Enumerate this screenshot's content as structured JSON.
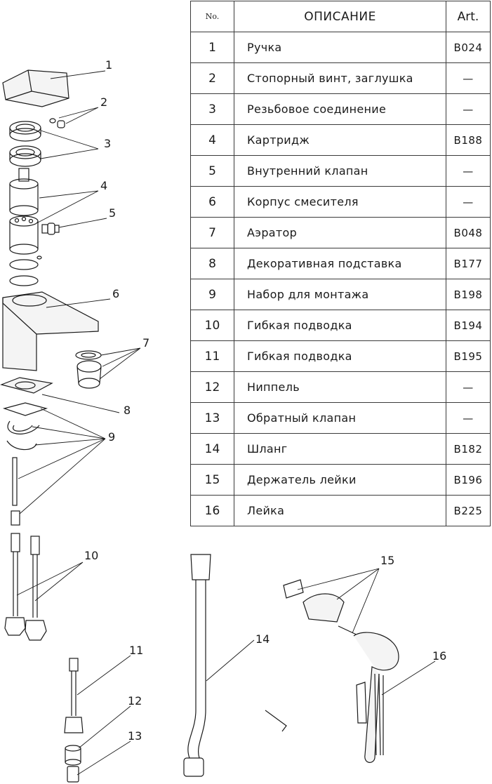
{
  "table": {
    "headers": {
      "no": "No.",
      "description": "ОПИСАНИЕ",
      "art": "Art."
    },
    "rows": [
      {
        "no": "1",
        "description": "Ручка",
        "art": "B024"
      },
      {
        "no": "2",
        "description": "Стопорный винт, заглушка",
        "art": "—"
      },
      {
        "no": "3",
        "description": "Резьбовое соединение",
        "art": "—"
      },
      {
        "no": "4",
        "description": "Картридж",
        "art": "B188"
      },
      {
        "no": "5",
        "description": "Внутренний клапан",
        "art": "—"
      },
      {
        "no": "6",
        "description": "Корпус смесителя",
        "art": "—"
      },
      {
        "no": "7",
        "description": "Аэратор",
        "art": "B048"
      },
      {
        "no": "8",
        "description": "Декоративная подставка",
        "art": "B177"
      },
      {
        "no": "9",
        "description": "Набор для монтажа",
        "art": "B198"
      },
      {
        "no": "10",
        "description": "Гибкая подводка",
        "art": "B194"
      },
      {
        "no": "11",
        "description": "Гибкая подводка",
        "art": "B195"
      },
      {
        "no": "12",
        "description": "Ниппель",
        "art": "—"
      },
      {
        "no": "13",
        "description": "Обратный клапан",
        "art": "—"
      },
      {
        "no": "14",
        "description": "Шланг",
        "art": "B182"
      },
      {
        "no": "15",
        "description": "Держатель лейки",
        "art": "B196"
      },
      {
        "no": "16",
        "description": "Лейка",
        "art": "B225"
      }
    ]
  },
  "callouts": [
    "1",
    "2",
    "3",
    "4",
    "5",
    "6",
    "7",
    "8",
    "9",
    "10",
    "11",
    "12",
    "13",
    "14",
    "15",
    "16"
  ]
}
